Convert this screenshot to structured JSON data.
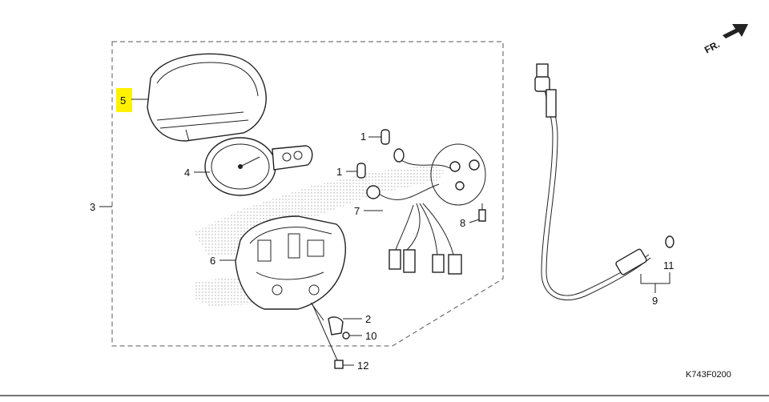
{
  "diagram": {
    "direction_label": "FR.",
    "drawing_code": "K743F0200",
    "highlight_color": "#fff200",
    "callouts": {
      "c1a": "1",
      "c1b": "1",
      "c2": "2",
      "c3": "3",
      "c4": "4",
      "c5": "5",
      "c6": "6",
      "c7": "7",
      "c8": "8",
      "c9": "9",
      "c10": "10",
      "c11": "11",
      "c12": "12"
    }
  }
}
